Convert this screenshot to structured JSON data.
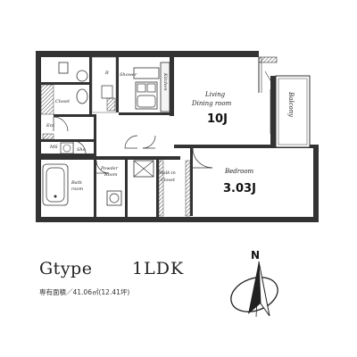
{
  "rooms": {
    "living": {
      "label_1": "Living",
      "label_2": "Dining room",
      "size": "10J"
    },
    "bedroom": {
      "label": "Bedroom",
      "size": "3.03J"
    },
    "balcony": {
      "label": "Balcony"
    },
    "shower": {
      "label": "Shower"
    },
    "kitchen": {
      "label": "Kitchen"
    },
    "closet": {
      "label": "Closet"
    },
    "entry": {
      "label": "Ent"
    },
    "ms": {
      "label": "MS"
    },
    "shoes": {
      "label": "Shs"
    },
    "bath": {
      "label_1": "Bath",
      "label_2": "room"
    },
    "powder": {
      "label_1": "Powder",
      "label_2": "Room"
    },
    "walkin": {
      "label_1": "Walk-in",
      "label_2": "Closet"
    },
    "refrigerator": {
      "label": "R"
    }
  },
  "unit": {
    "type": "Gtype",
    "layout": "1LDK",
    "area": "専有面積／41.06㎡(12.41坪)"
  },
  "compass": {
    "north": "N"
  }
}
